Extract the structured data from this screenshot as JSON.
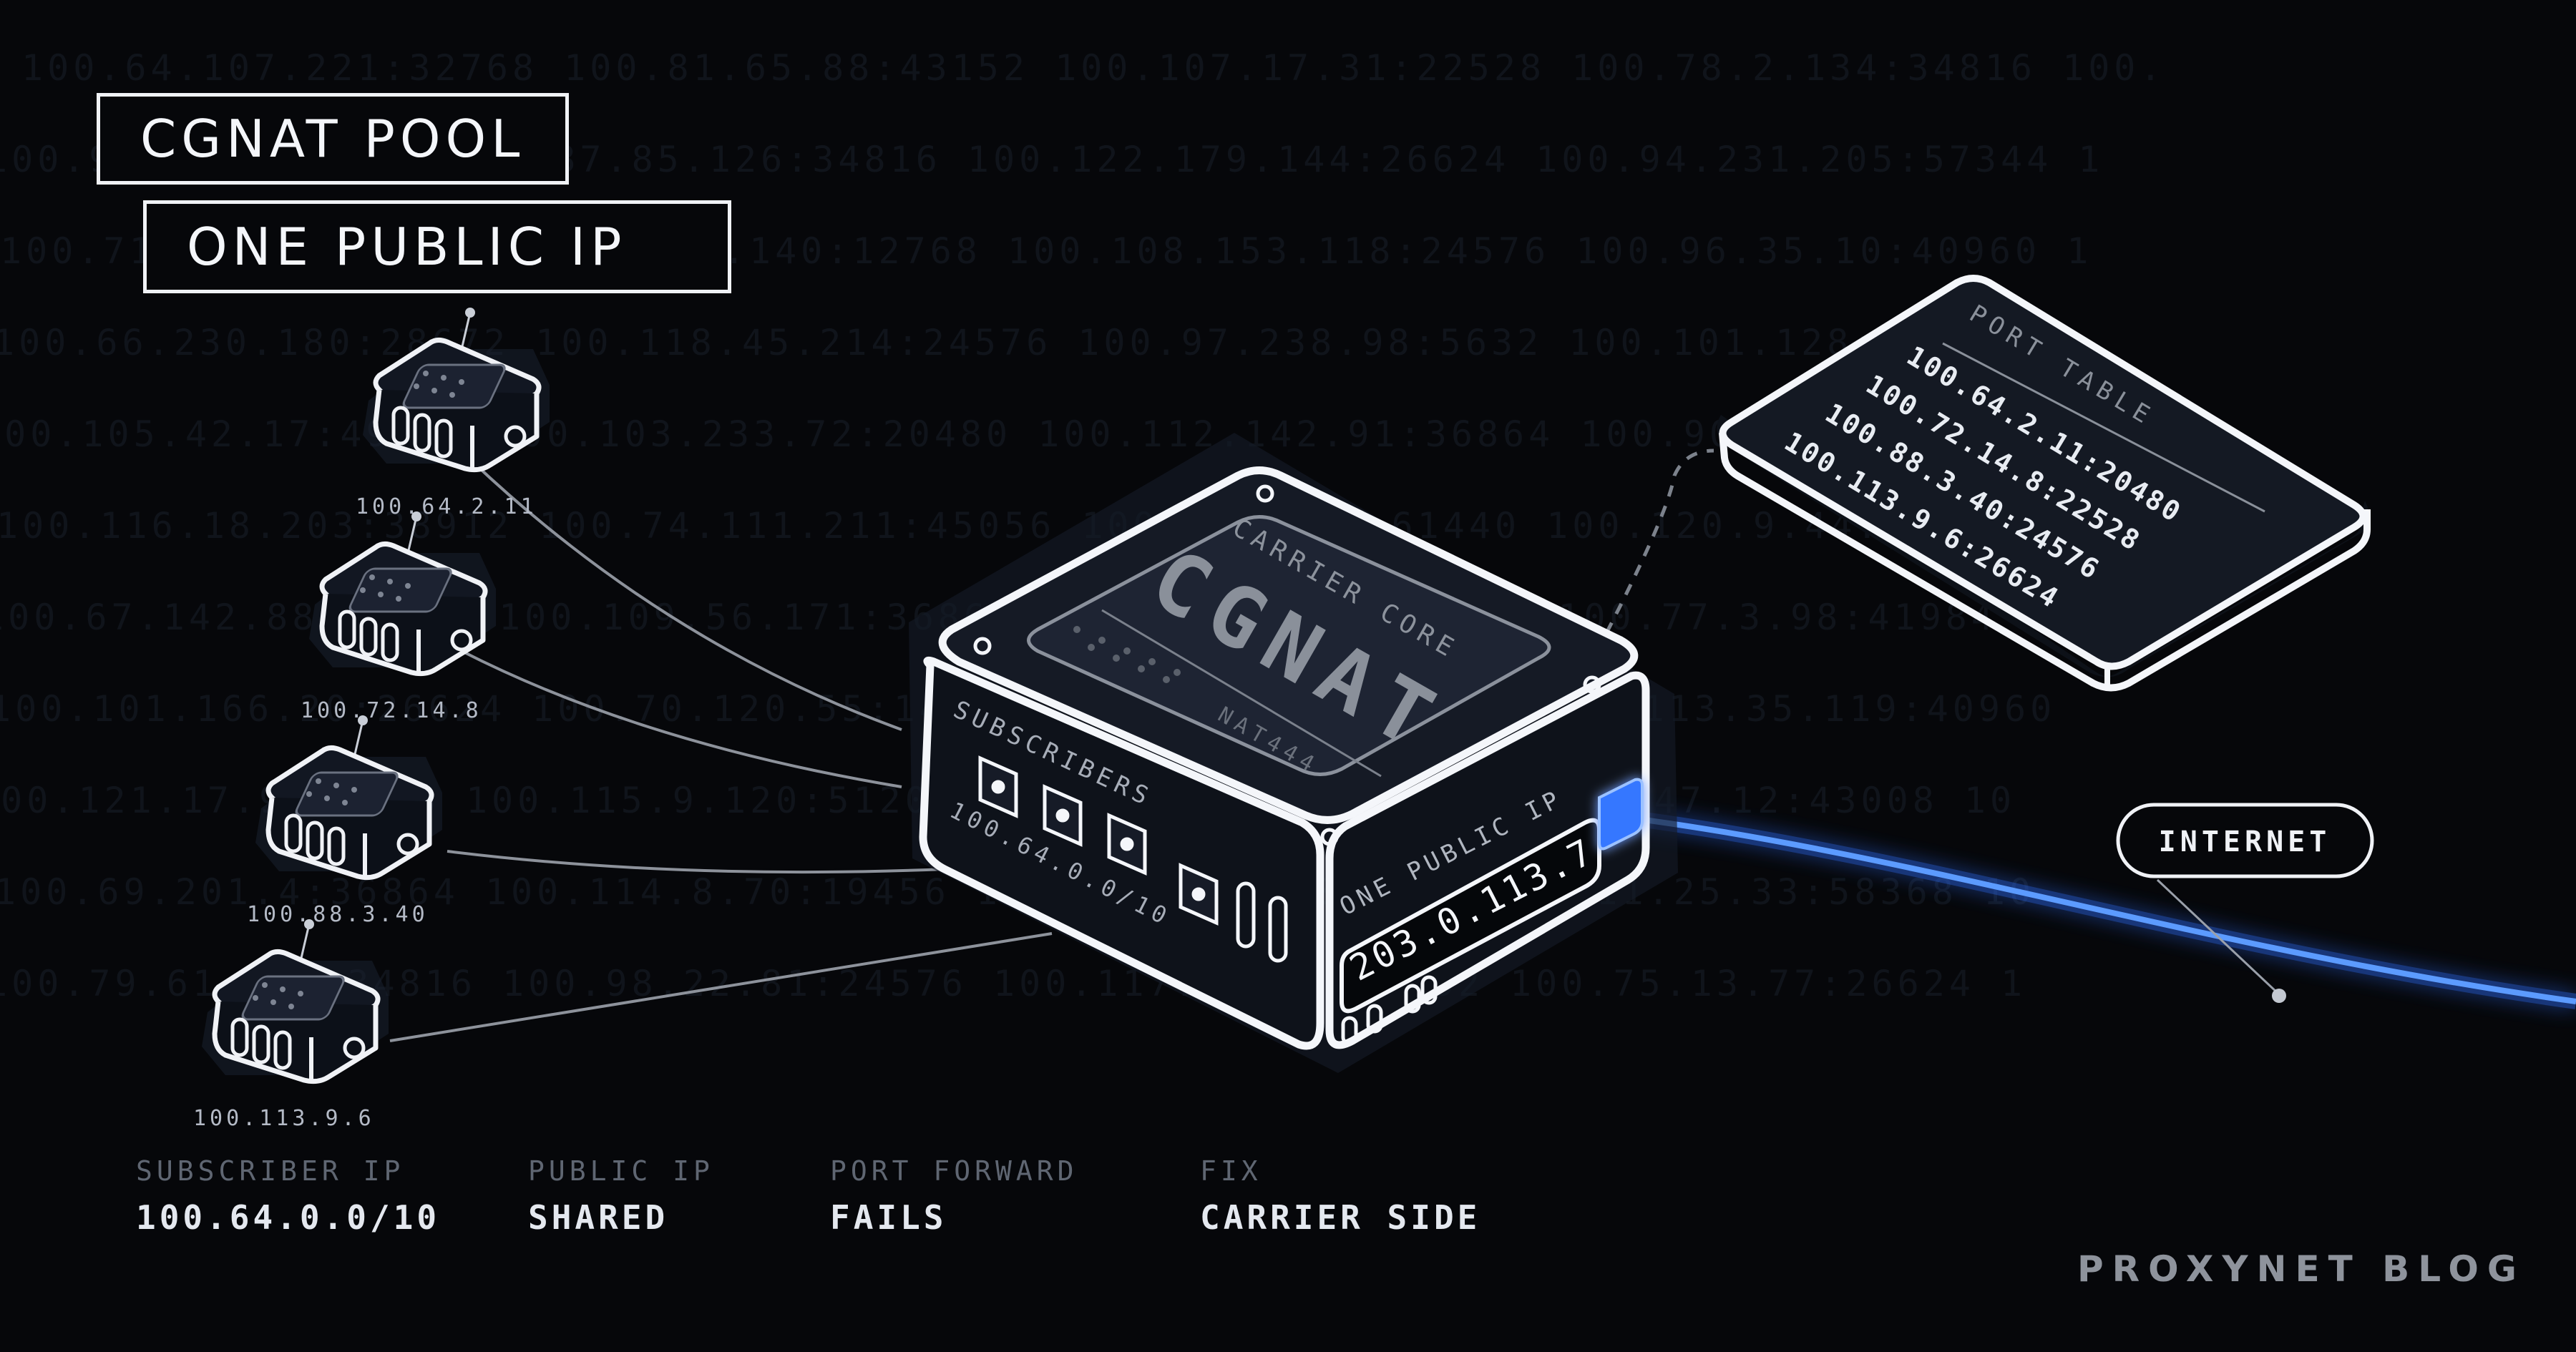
{
  "background_ip_rows": [
    "100.64.107.221:32768 100.81.65.88:43152 100.107.17.31:22528 100.78.2.134:34816 100.",
    "100.94.12.7:40960 100.87.85.126:34816 100.122.179.144:26624 100.94.231.205:57344 1",
    "100.71.33.9:28672 100.124.62.140:12768 100.108.153.118:24576 100.96.35.10:40960 1",
    "100.66.230.180:28672 100.118.45.214:24576 100.97.238.98:5632 100.101.128:32768",
    "100.105.42.17:49152 100.103.233.72:20480 100.112.142.91:36864 100.90.1.5:60416 1",
    "100.116.18.203:38912 100.74.111.211:45056 100.83.2.61:61440 100.120.9.44:18432 1",
    "100.67.142.88:53248 100.109.56.171:36864 100.99.200.16:10240 100.77.3.98:41984 1",
    "100.101.166.20:26624 100.70.120.55:14336 100.86.4.190:47104 100.113.35.119:40960",
    "100.121.17.9:55296 100.115.9.120:51200 100.73.99.5:20480 100.91.147.12:43008 10",
    "100.69.201.4:36864 100.114.8.70:19456 100.82.160.3:30720 100.111.25.33:58368 10",
    "100.79.61.140:34816 100.98.22.81:24576 100.117.204.6:49152 100.75.13.77:26624 1"
  ],
  "titles": {
    "pool": "CGNAT POOL",
    "public_ip": "ONE PUBLIC IP"
  },
  "subscribers": [
    {
      "ip": "100.64.2.11"
    },
    {
      "ip": "100.72.14.8"
    },
    {
      "ip": "100.88.3.40"
    },
    {
      "ip": "100.113.9.6"
    }
  ],
  "cgnat_box": {
    "top_label": "CARRIER CORE",
    "main_label": "CGNAT",
    "sub_label": "NAT444",
    "left_face_label": "SUBSCRIBERS",
    "left_face_range": "100.64.0.0/10",
    "right_face_label": "ONE PUBLIC IP",
    "public_ip": "203.0.113.7"
  },
  "port_table": {
    "title": "PORT TABLE",
    "entries": [
      "100.64.2.11:20480",
      "100.72.14.8:22528",
      "100.88.3.40:24576",
      "100.113.9.6:26624"
    ]
  },
  "internet_label": "INTERNET",
  "stats": [
    {
      "label": "SUBSCRIBER IP",
      "value": "100.64.0.0/10"
    },
    {
      "label": "PUBLIC IP",
      "value": "SHARED"
    },
    {
      "label": "PORT FORWARD",
      "value": "FAILS"
    },
    {
      "label": "FIX",
      "value": "CARRIER SIDE"
    }
  ],
  "brand": "PROXYNET BLOG",
  "colors": {
    "background": "#06070a",
    "outline": "#f0f2f6",
    "face": "#10141c",
    "accent_blue": "#3d86ff"
  }
}
